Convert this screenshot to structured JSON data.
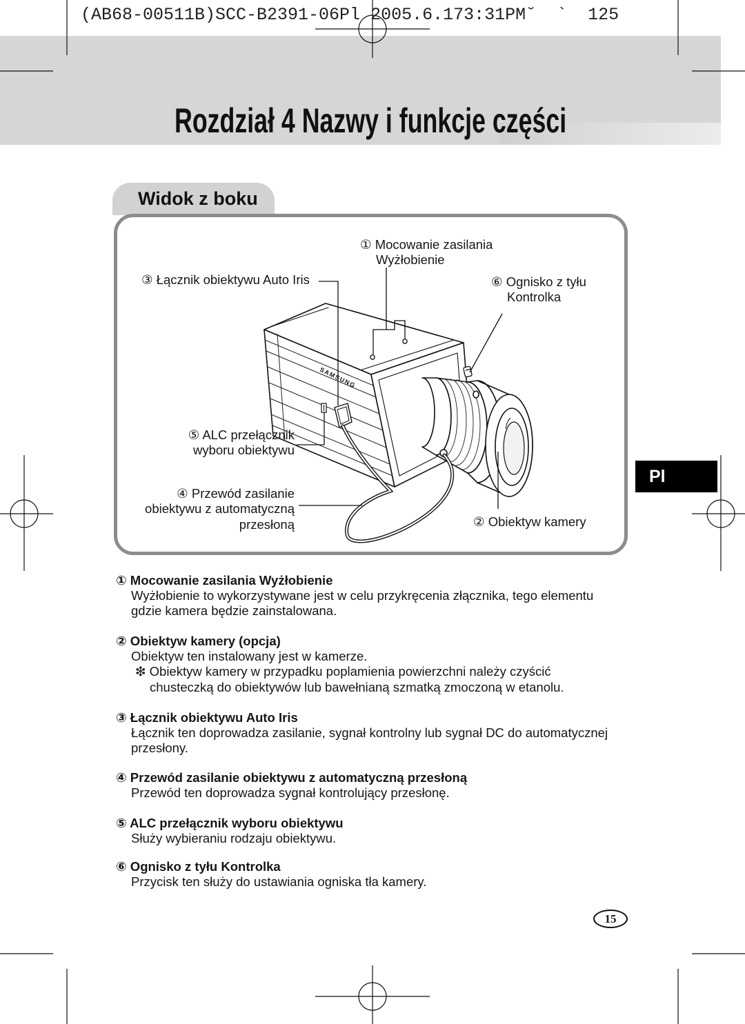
{
  "header": {
    "print_line": "(AB68-00511B)SCC-B2391-06Pl 2005.6.173:31PM˘  `  125"
  },
  "chapter_title": "Rozdział 4 Nazwy i funkcje części",
  "section_tab": "Widok z boku",
  "language_tab": "Pl",
  "diagram": {
    "brand": "SAMSUNG",
    "labels": {
      "mount_line1": "① Mocowanie zasilania",
      "mount_line2": "Wyżłobienie",
      "connector": "③ Łącznik obiektywu Auto Iris",
      "backfocus_line1": "⑥ Ognisko z tyłu",
      "backfocus_line2": "Kontrolka",
      "alc_line1": "⑤ ALC przełącznik",
      "alc_line2": "wyboru obiektywu",
      "cable_line1": "④ Przewód zasilanie",
      "cable_line2": "obiektywu z automatyczną",
      "cable_line3": "przesłoną",
      "lens": "② Obiektyw kamery"
    }
  },
  "items": [
    {
      "title": "① Mocowanie zasilania Wyżłobienie",
      "lines": [
        "Wyżłobienie to wykorzystywane jest w celu przykręcenia złącznika, tego elementu",
        "gdzie kamera będzie zainstalowana."
      ]
    },
    {
      "title": "② Obiektyw kamery (opcja)",
      "lines": [
        "Obiektyw ten instalowany jest w kamerze."
      ],
      "note": [
        "❇ Obiektyw kamery w przypadku poplamienia powierzchni należy czyścić",
        "chusteczką do obiektywów lub bawełnianą szmatką zmoczoną w etanolu."
      ]
    },
    {
      "title": "③ Łącznik obiektywu Auto Iris",
      "lines": [
        "Łącznik ten doprowadza zasilanie, sygnał kontrolny lub sygnał DC do automatycznej",
        "przesłony."
      ]
    },
    {
      "title": "④ Przewód zasilanie obiektywu z automatyczną przesłoną",
      "lines": [
        "Przewód ten doprowadza sygnał kontrolujący przesłonę."
      ]
    },
    {
      "title": "⑤ ALC przełącznik wyboru obiektywu",
      "lines": [
        "Służy wybieraniu rodzaju obiektywu."
      ]
    },
    {
      "title": "⑥ Ognisko z tyłu Kontrolka",
      "lines": [
        "Przycisk ten służy do ustawiania ogniska tła kamery."
      ]
    }
  ],
  "page_number": "15",
  "colors": {
    "banner": "#d6d6d6",
    "section_tab": "#d2d2d2",
    "frame": "#8c8c8c",
    "language_tab": "#000000",
    "text": "#161616"
  }
}
